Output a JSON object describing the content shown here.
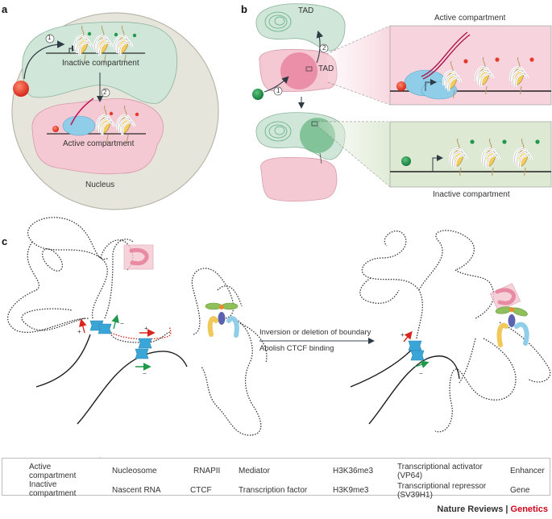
{
  "panels": {
    "a": {
      "label": "a",
      "step1": "1",
      "step2": "2",
      "inactive_label": "Inactive compartment",
      "active_label": "Active compartment",
      "nucleus_label": "Nucleus"
    },
    "b": {
      "label": "b",
      "tad_top": "TAD",
      "tad_middle": "TAD",
      "step1": "1",
      "step2": "2",
      "active_box_title": "Active compartment",
      "inactive_box_title": "Inactive compartment"
    },
    "c": {
      "label": "c",
      "plus": "+",
      "minus": "−",
      "arrow_line1": "Inversion or deletion of boundary",
      "arrow_line2": "Abolish CTCF binding"
    }
  },
  "legend": {
    "items": [
      {
        "icon": "active-compartment-icon",
        "label_line1": "Active",
        "label_line2": "compartment"
      },
      {
        "icon": "inactive-compartment-icon",
        "label_line1": "Inactive",
        "label_line2": "compartment"
      },
      {
        "icon": "nucleosome-icon",
        "label": "Nucleosome"
      },
      {
        "icon": "nascent-rna-icon",
        "label": "Nascent RNA"
      },
      {
        "icon": "rnapii-icon",
        "label": "RNAPII"
      },
      {
        "icon": "ctcf-icon",
        "label": "CTCF"
      },
      {
        "icon": "mediator-icon",
        "label": "Mediator"
      },
      {
        "icon": "transcription-factor-icon",
        "label": "Transcription factor"
      },
      {
        "icon": "h3k36me3-icon",
        "label": "H3K36me3"
      },
      {
        "icon": "h3k9me3-icon",
        "label": "H3K9me3"
      },
      {
        "icon": "activator-icon",
        "label_line1": "Transcriptional activator",
        "label_line2": "(VP64)"
      },
      {
        "icon": "repressor-icon",
        "label_line1": "Transcriptional repressor",
        "label_line2": "(SV39H1)"
      },
      {
        "icon": "enhancer-icon",
        "label": "Enhancer"
      },
      {
        "icon": "gene-icon",
        "label": "Gene"
      }
    ]
  },
  "colors": {
    "active": "#f4c9d3",
    "inactive": "#cfe6d8",
    "nucleus": "#e6e5dc",
    "rnapii": "#8fcde8",
    "ctcf": "#3aa6d8",
    "mediator": "#5b63b0",
    "tf": "#ee8a2c",
    "activator": "#e53a2a",
    "repressor": "#1f9a4b",
    "enhancer": "#8fbf5a",
    "nucleosome": "#f0c95a",
    "accent_red": "#d0021b"
  },
  "footer": {
    "journal": "Nature Reviews",
    "separator": " | ",
    "section": "Genetics"
  }
}
